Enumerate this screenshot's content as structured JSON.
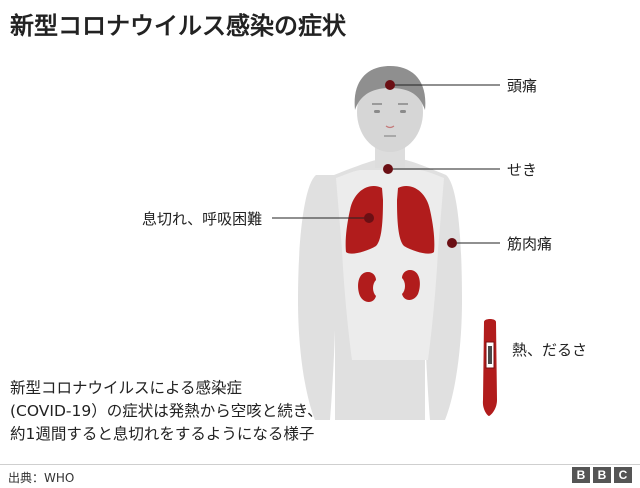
{
  "title": "新型コロナウイルス感染の症状",
  "labels": {
    "headache": "頭痛",
    "cough": "せき",
    "breath": "息切れ、呼吸困難",
    "muscle": "筋肉痛",
    "fever": "熱、だるさ"
  },
  "description": [
    "新型コロナウイルスによる感染症",
    "(COVID-19）の症状は発熱から空咳と続き、",
    "約1週間すると息切れをするようになる様子"
  ],
  "source": "出典：WHO",
  "brand": [
    "B",
    "B",
    "C"
  ],
  "colors": {
    "organ": "#b11c1c",
    "marker": "#6b0f14",
    "body": "#e2e2e2",
    "hair": "#8e8e8e"
  }
}
